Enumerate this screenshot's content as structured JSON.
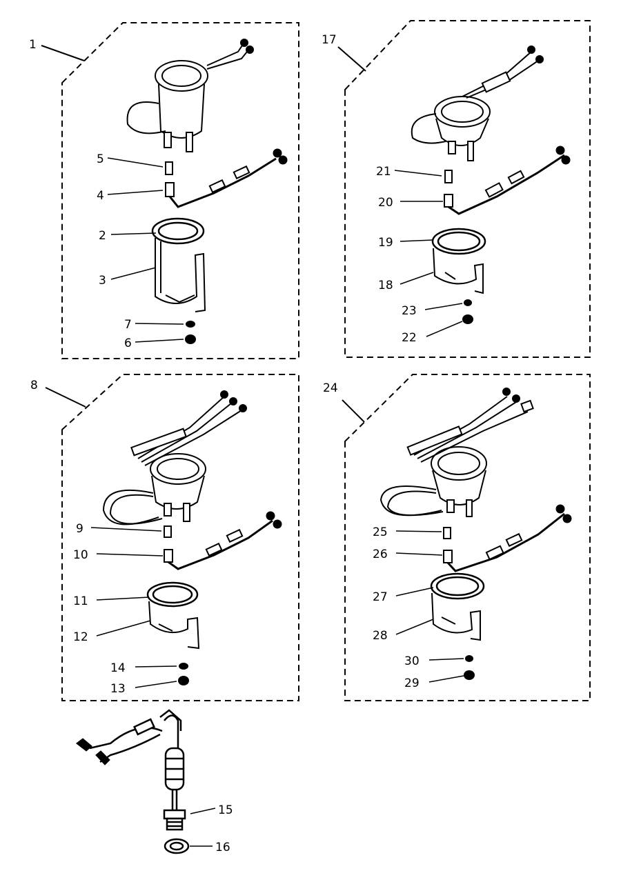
{
  "diagram": {
    "type": "exploded-parts-diagram",
    "ink_color": "#000000",
    "background": "#ffffff",
    "assemblies": [
      {
        "ref": "1",
        "parts": [
          "5",
          "4",
          "2",
          "3",
          "7",
          "6"
        ]
      },
      {
        "ref": "17",
        "parts": [
          "21",
          "20",
          "19",
          "18",
          "23",
          "22"
        ]
      },
      {
        "ref": "8",
        "parts": [
          "9",
          "10",
          "11",
          "12",
          "14",
          "13"
        ]
      },
      {
        "ref": "24",
        "parts": [
          "25",
          "26",
          "27",
          "28",
          "30",
          "29"
        ]
      }
    ],
    "loose_parts": [
      "15",
      "16"
    ]
  },
  "labels": {
    "n1": "1",
    "n2": "2",
    "n3": "3",
    "n4": "4",
    "n5": "5",
    "n6": "6",
    "n7": "7",
    "n8": "8",
    "n9": "9",
    "n10": "10",
    "n11": "11",
    "n12": "12",
    "n13": "13",
    "n14": "14",
    "n15": "15",
    "n16": "16",
    "n17": "17",
    "n18": "18",
    "n19": "19",
    "n20": "20",
    "n21": "21",
    "n22": "22",
    "n23": "23",
    "n24": "24",
    "n25": "25",
    "n26": "26",
    "n27": "27",
    "n28": "28",
    "n29": "29",
    "n30": "30"
  }
}
